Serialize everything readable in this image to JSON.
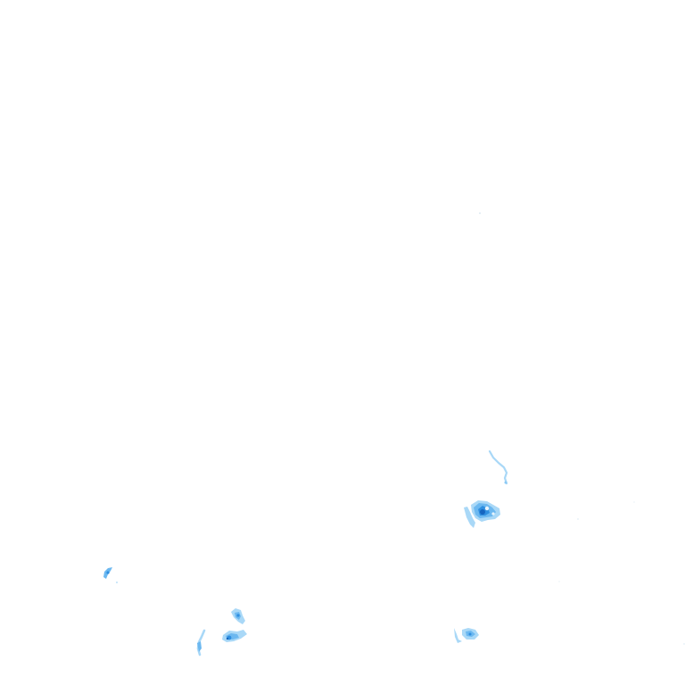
{
  "layer": {
    "kind": "precipitation-radar-overlay",
    "background": "#ffffff"
  },
  "palette": {
    "light": "#a9d8f7",
    "medium": "#6cb8f0",
    "strong": "#2f8fe0",
    "core": "#1565c0"
  },
  "echoes": [
    {
      "id": "streak-north",
      "intensity": "light"
    },
    {
      "id": "cell-central",
      "intensity": "strong"
    },
    {
      "id": "fleck-west",
      "intensity": "medium"
    },
    {
      "id": "cell-southwest-upper",
      "intensity": "medium"
    },
    {
      "id": "cell-southwest-lower",
      "intensity": "strong"
    },
    {
      "id": "streak-southwest",
      "intensity": "light"
    },
    {
      "id": "cell-south",
      "intensity": "medium"
    }
  ]
}
